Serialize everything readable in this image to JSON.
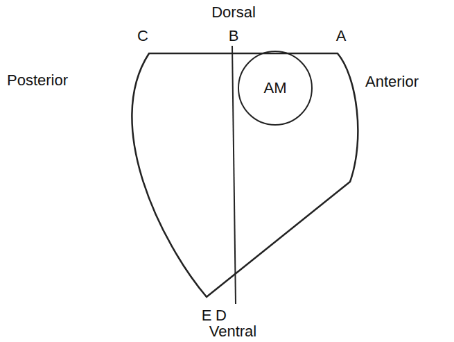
{
  "diagram": {
    "nodes": [
      {
        "text": [
          "AM"
        ]
      }
    ],
    "labels": [
      "Dorsal",
      "C",
      "B",
      "A",
      "Posterior",
      "Anterior",
      "E",
      "D",
      "Ventral"
    ]
  }
}
